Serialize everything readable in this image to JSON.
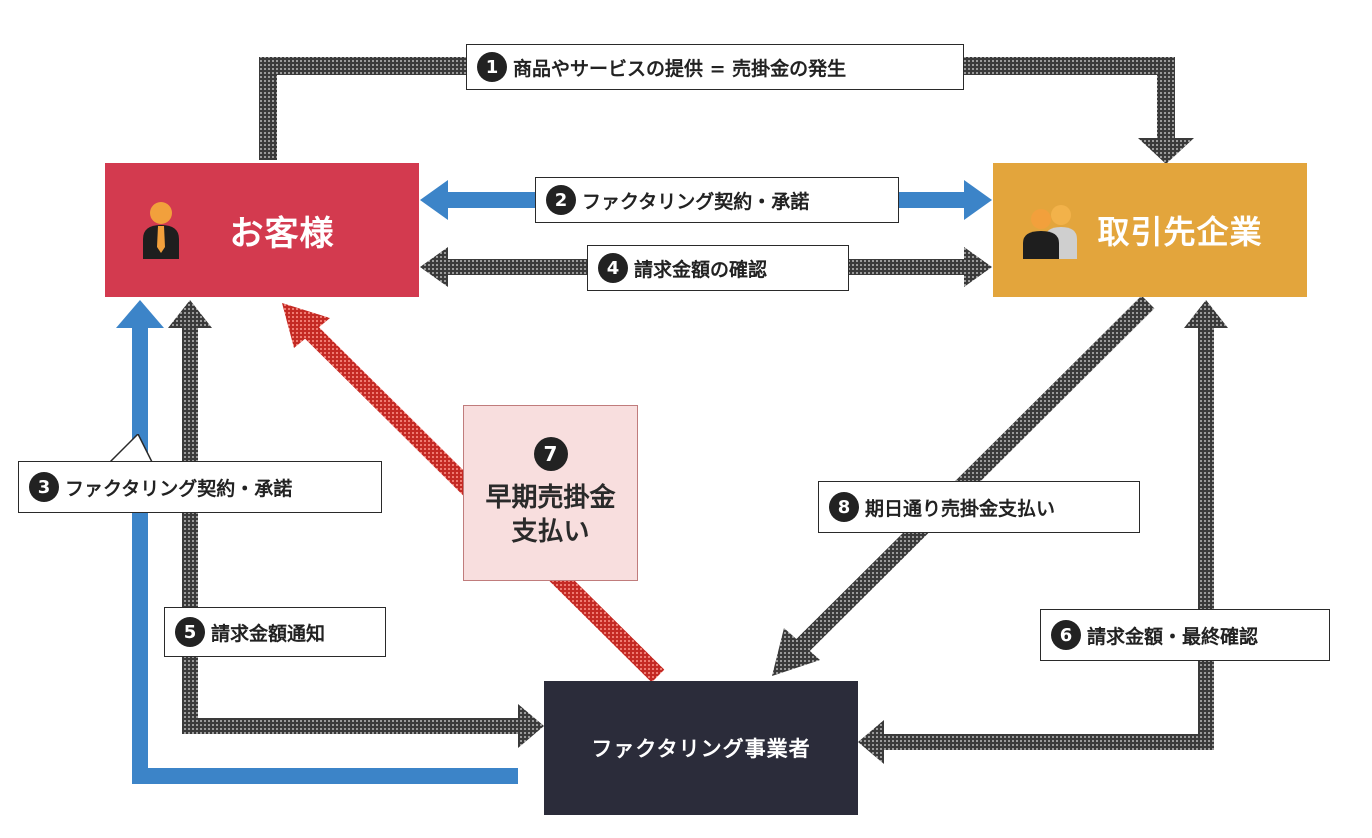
{
  "nodes": {
    "customer": {
      "label": "お客様",
      "color": "#d33a4f"
    },
    "partner": {
      "label": "取引先企業",
      "color": "#e3a53c"
    },
    "factor": {
      "label": "ファクタリング事業者",
      "color": "#2b2c3a"
    }
  },
  "steps": [
    {
      "num": "1",
      "text": "商品やサービスの提供 = 売掛金の発生"
    },
    {
      "num": "2",
      "text": "ファクタリング契約・承諾"
    },
    {
      "num": "3",
      "text": "ファクタリング契約・承諾"
    },
    {
      "num": "4",
      "text": "請求金額の確認"
    },
    {
      "num": "5",
      "text": "請求金額通知"
    },
    {
      "num": "6",
      "text": "請求金額・最終確認"
    },
    {
      "num": "7",
      "text_line1": "早期売掛金",
      "text_line2": "支払い"
    },
    {
      "num": "8",
      "text": "期日通り売掛金支払い"
    }
  ],
  "colors": {
    "blue_arrow": "#3c84c8",
    "red_arrow": "#d8322c",
    "gray_arrow": "#3a3a3a"
  }
}
